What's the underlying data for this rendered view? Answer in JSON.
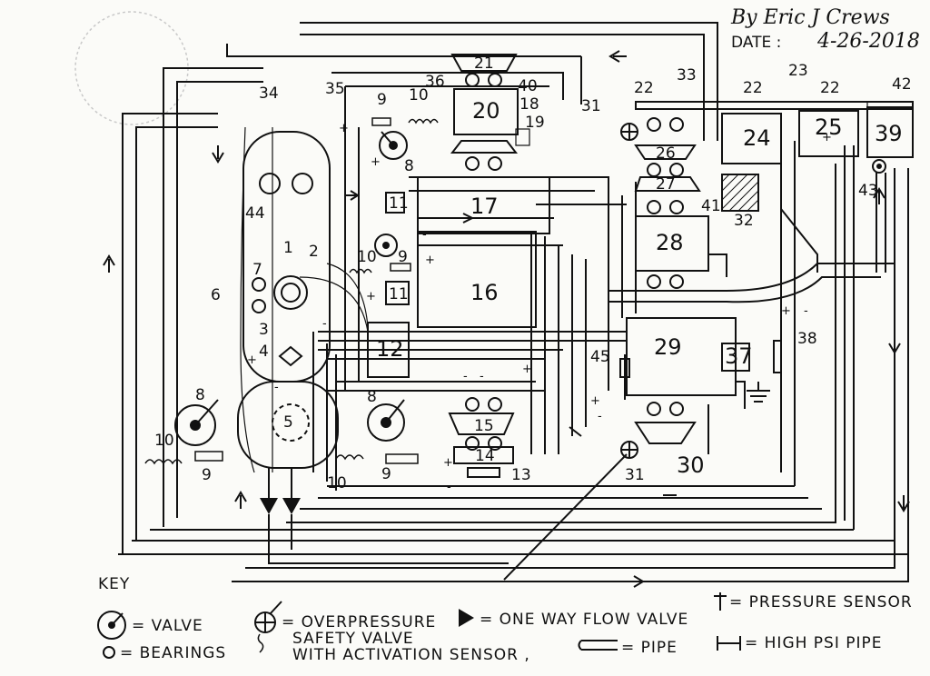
{
  "header": {
    "author": "By Eric J Crews",
    "date_label": "DATE :",
    "date_value": "4-26-2018"
  },
  "components": [
    {
      "id": "c1",
      "label": "1"
    },
    {
      "id": "c2",
      "label": "2"
    },
    {
      "id": "c3",
      "label": "3"
    },
    {
      "id": "c4",
      "label": "4"
    },
    {
      "id": "c5",
      "label": "5"
    },
    {
      "id": "c6",
      "label": "6"
    },
    {
      "id": "c7",
      "label": "7"
    },
    {
      "id": "c8a",
      "label": "8"
    },
    {
      "id": "c8b",
      "label": "8"
    },
    {
      "id": "c8c",
      "label": "8"
    },
    {
      "id": "c9a",
      "label": "9"
    },
    {
      "id": "c9b",
      "label": "9"
    },
    {
      "id": "c9c",
      "label": "9"
    },
    {
      "id": "c9d",
      "label": "9"
    },
    {
      "id": "c10a",
      "label": "10"
    },
    {
      "id": "c10b",
      "label": "10"
    },
    {
      "id": "c10c",
      "label": "10"
    },
    {
      "id": "c10d",
      "label": "10"
    },
    {
      "id": "c11a",
      "label": "11"
    },
    {
      "id": "c11b",
      "label": "11"
    },
    {
      "id": "c12",
      "label": "12"
    },
    {
      "id": "c13",
      "label": "13"
    },
    {
      "id": "c14",
      "label": "14"
    },
    {
      "id": "c15",
      "label": "15"
    },
    {
      "id": "c16",
      "label": "16"
    },
    {
      "id": "c17",
      "label": "17"
    },
    {
      "id": "c18",
      "label": "18"
    },
    {
      "id": "c19",
      "label": "19"
    },
    {
      "id": "c20",
      "label": "20"
    },
    {
      "id": "c21",
      "label": "21"
    },
    {
      "id": "c22a",
      "label": "22"
    },
    {
      "id": "c22b",
      "label": "22"
    },
    {
      "id": "c22c",
      "label": "22"
    },
    {
      "id": "c23",
      "label": "23"
    },
    {
      "id": "c24",
      "label": "24"
    },
    {
      "id": "c25",
      "label": "25"
    },
    {
      "id": "c26",
      "label": "26"
    },
    {
      "id": "c27",
      "label": "27"
    },
    {
      "id": "c28",
      "label": "28"
    },
    {
      "id": "c29",
      "label": "29"
    },
    {
      "id": "c30",
      "label": "30"
    },
    {
      "id": "c31a",
      "label": "31"
    },
    {
      "id": "c31b",
      "label": "31"
    },
    {
      "id": "c32",
      "label": "32"
    },
    {
      "id": "c33",
      "label": "33"
    },
    {
      "id": "c34",
      "label": "34"
    },
    {
      "id": "c35",
      "label": "35"
    },
    {
      "id": "c36",
      "label": "36"
    },
    {
      "id": "c37",
      "label": "37"
    },
    {
      "id": "c38",
      "label": "38"
    },
    {
      "id": "c39",
      "label": "39"
    },
    {
      "id": "c40",
      "label": "40"
    },
    {
      "id": "c41",
      "label": "41"
    },
    {
      "id": "c42",
      "label": "42"
    },
    {
      "id": "c43",
      "label": "43"
    },
    {
      "id": "c44",
      "label": "44"
    },
    {
      "id": "c45",
      "label": "45"
    }
  ],
  "polarity": {
    "plus": "+",
    "minus": "-"
  },
  "key": {
    "title": "KEY",
    "items": [
      {
        "id": "valve",
        "text": "= VALVE"
      },
      {
        "id": "bearings",
        "text": "= BEARINGS"
      },
      {
        "id": "overpressure_1",
        "text": "= OVERPRESSURE"
      },
      {
        "id": "overpressure_2",
        "text": "SAFETY VALVE"
      },
      {
        "id": "overpressure_3",
        "text": "WITH ACTIVATION SENSOR ,"
      },
      {
        "id": "oneway",
        "text": "= ONE WAY FLOW VALVE"
      },
      {
        "id": "pressure",
        "text": "= PRESSURE SENSOR"
      },
      {
        "id": "pipe",
        "text": "= PIPE"
      },
      {
        "id": "highpsi",
        "text": "= HIGH PSI PIPE"
      }
    ]
  }
}
